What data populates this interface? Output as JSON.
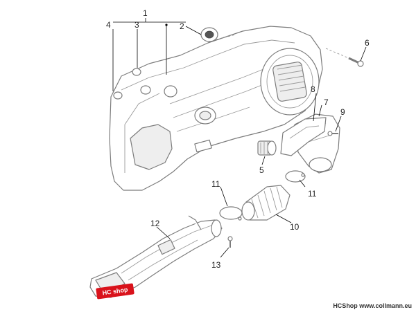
{
  "callouts": [
    {
      "id": "1",
      "text": "1"
    },
    {
      "id": "2",
      "text": "2"
    },
    {
      "id": "3",
      "text": "3"
    },
    {
      "id": "4",
      "text": "4"
    },
    {
      "id": "5",
      "text": "5"
    },
    {
      "id": "6",
      "text": "6"
    },
    {
      "id": "7",
      "text": "7"
    },
    {
      "id": "8",
      "text": "8"
    },
    {
      "id": "9",
      "text": "9"
    },
    {
      "id": "10",
      "text": "10"
    },
    {
      "id": "11a",
      "text": "11"
    },
    {
      "id": "11b",
      "text": "11"
    },
    {
      "id": "12",
      "text": "12"
    },
    {
      "id": "13",
      "text": "13"
    }
  ],
  "badge": {
    "text": "HC shop"
  },
  "watermark": {
    "text": "HCShop www.collmann.eu"
  }
}
